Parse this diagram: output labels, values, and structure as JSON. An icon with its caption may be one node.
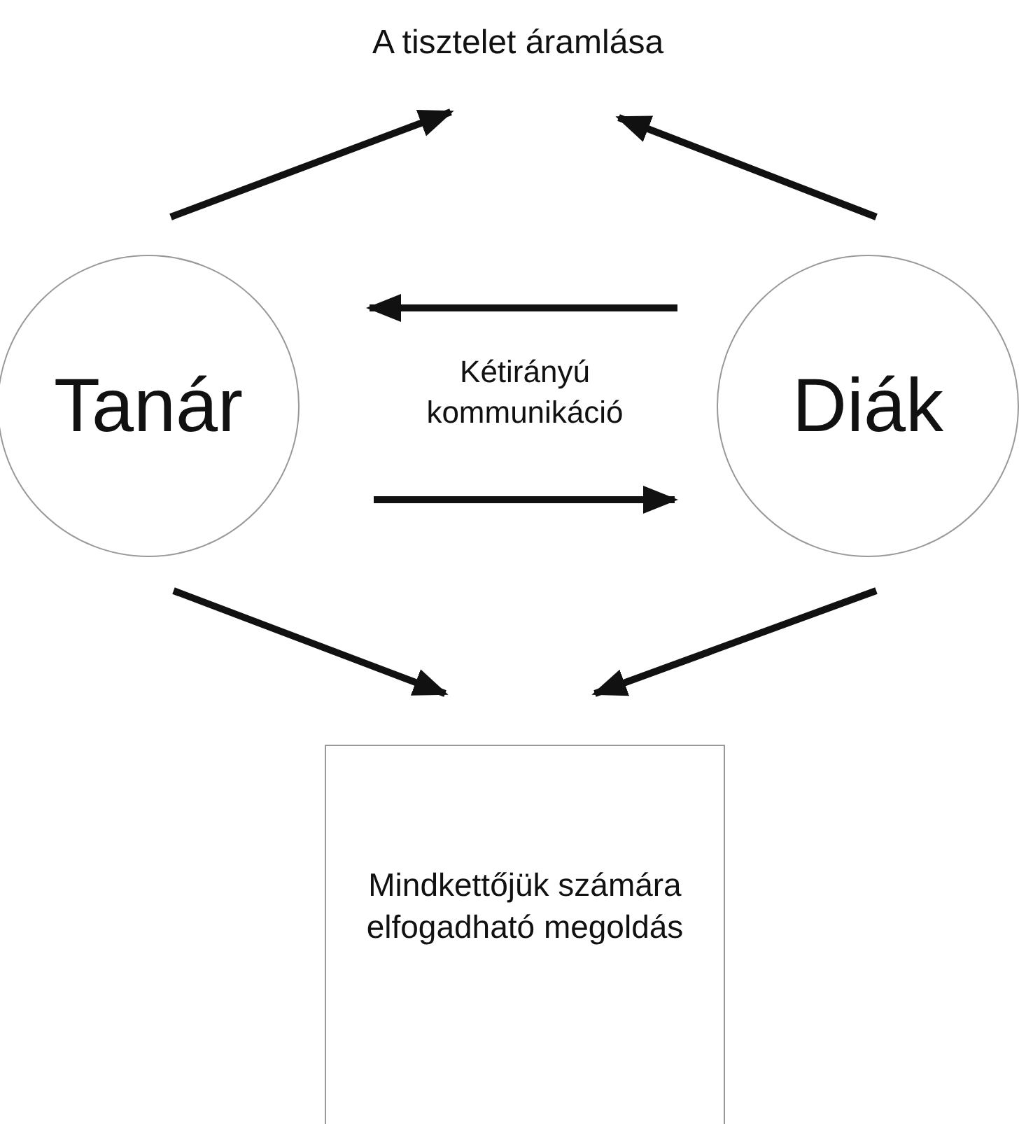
{
  "diagram": {
    "nodes": [
      {
        "text": [
          "A tisztelet áramlása"
        ]
      },
      {
        "text": [
          "Tanár"
        ]
      },
      {
        "text": [
          "Diák"
        ]
      },
      {
        "text": [
          "Mindkettőjük számára elfogadható megoldás"
        ]
      }
    ],
    "edges": [
      {
        "from": 1,
        "to": 0,
        "arrow": "to"
      },
      {
        "from": 2,
        "to": 0,
        "arrow": "to"
      },
      {
        "from": 2,
        "to": 1,
        "arrow": "to"
      },
      {
        "from": 1,
        "to": 2,
        "arrow": "to"
      },
      {
        "from": 1,
        "to": 3,
        "arrow": "to"
      },
      {
        "from": 2,
        "to": 3,
        "arrow": "to"
      }
    ],
    "labels": [
      "Kétirányú kommunikáció"
    ]
  }
}
